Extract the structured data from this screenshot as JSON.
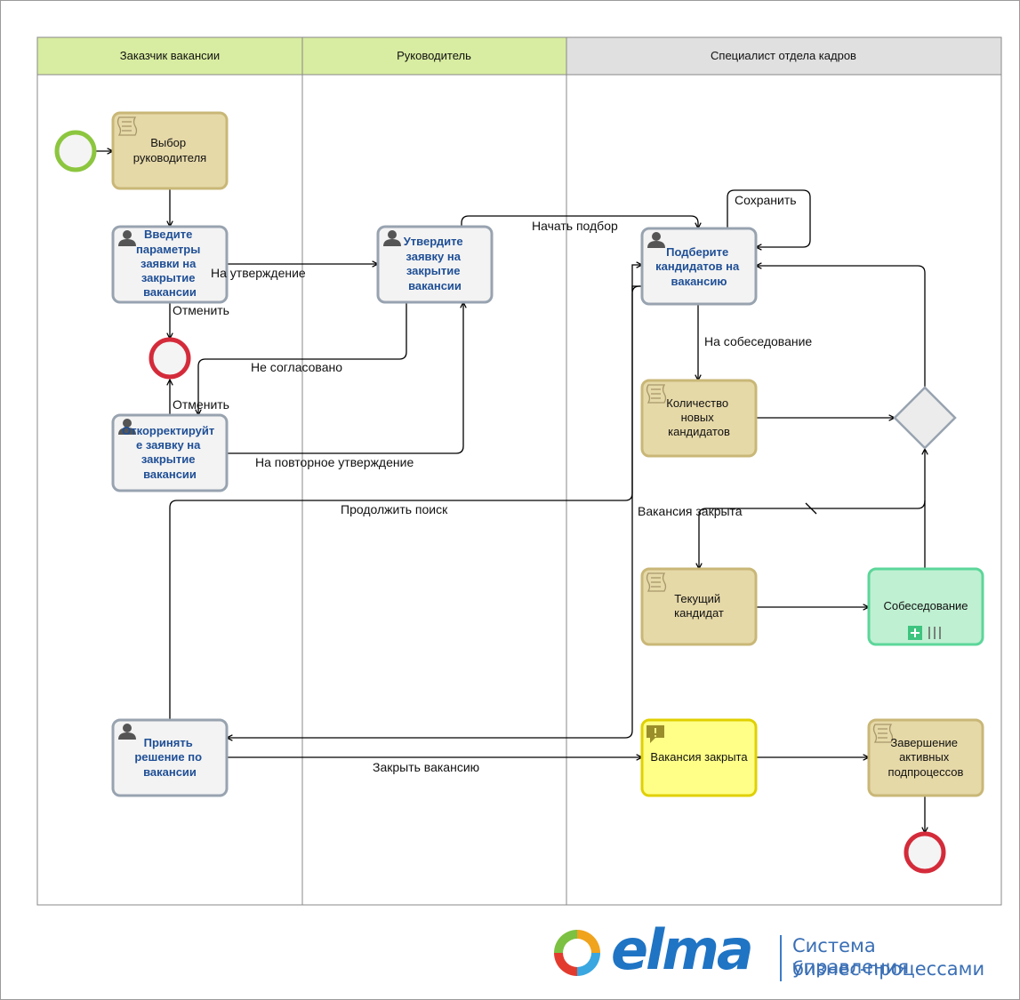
{
  "lanes": [
    "Заказчик вакансии",
    "Руководитель",
    "Специалист отдела кадров"
  ],
  "colors": {
    "lane_green": "#d8eda1",
    "lane_gray": "#e0e0e0",
    "script_task": "#e6d9a8",
    "script_border": "#c9b777",
    "user_task": "#f3f3f3",
    "user_border": "#98a3b0",
    "user_text": "#1f4f96",
    "notify_task": "#ffff88",
    "notify_border": "#e0d000",
    "subprocess": "#bff0d2",
    "subprocess_border": "#5cd69a",
    "start_event": "#8cc63f",
    "end_event": "#d42b3a",
    "logo_blue": "#1f74c4"
  },
  "tasks": {
    "choose_manager": [
      "Выбор",
      "руководителя"
    ],
    "enter_params": [
      "Введите",
      "параметры",
      "заявки на",
      "закрытие",
      "вакансии"
    ],
    "correct_request": [
      "Откорректируйт",
      "е заявку на",
      "закрытие",
      "вакансии"
    ],
    "approve_request": [
      "Утвердите",
      "заявку на",
      "закрытие",
      "вакансии"
    ],
    "select_candidates": [
      "Подберите",
      "кандидатов на",
      "вакансию"
    ],
    "new_candidates_count": [
      "Количество",
      "новых",
      "кандидатов"
    ],
    "current_candidate": [
      "Текущий",
      "кандидат"
    ],
    "interview": [
      "Собеседование"
    ],
    "decide": [
      "Принять",
      "решение по",
      "вакансии"
    ],
    "vacancy_closed": [
      "Вакансия закрыта"
    ],
    "finish_subprocesses": [
      "Завершение",
      "активных",
      "подпроцессов"
    ]
  },
  "flows": {
    "to_approval": "На утверждение",
    "cancel_1": "Отменить",
    "cancel_2": "Отменить",
    "not_agreed": "Не согласовано",
    "reapproval": "На повторное утверждение",
    "start_search": "Начать подбор",
    "save": "Сохранить",
    "to_interview": "На собеседование",
    "vacancy_closed": "Вакансия закрыта",
    "continue_search": "Продолжить поиск",
    "close_vacancy": "Закрыть вакансию"
  },
  "footer": {
    "logo_word": "elma",
    "logo_icon": "cycle-arrows-icon",
    "tagline_line1": "Система управления",
    "tagline_line2": "бизнес-процессами"
  }
}
